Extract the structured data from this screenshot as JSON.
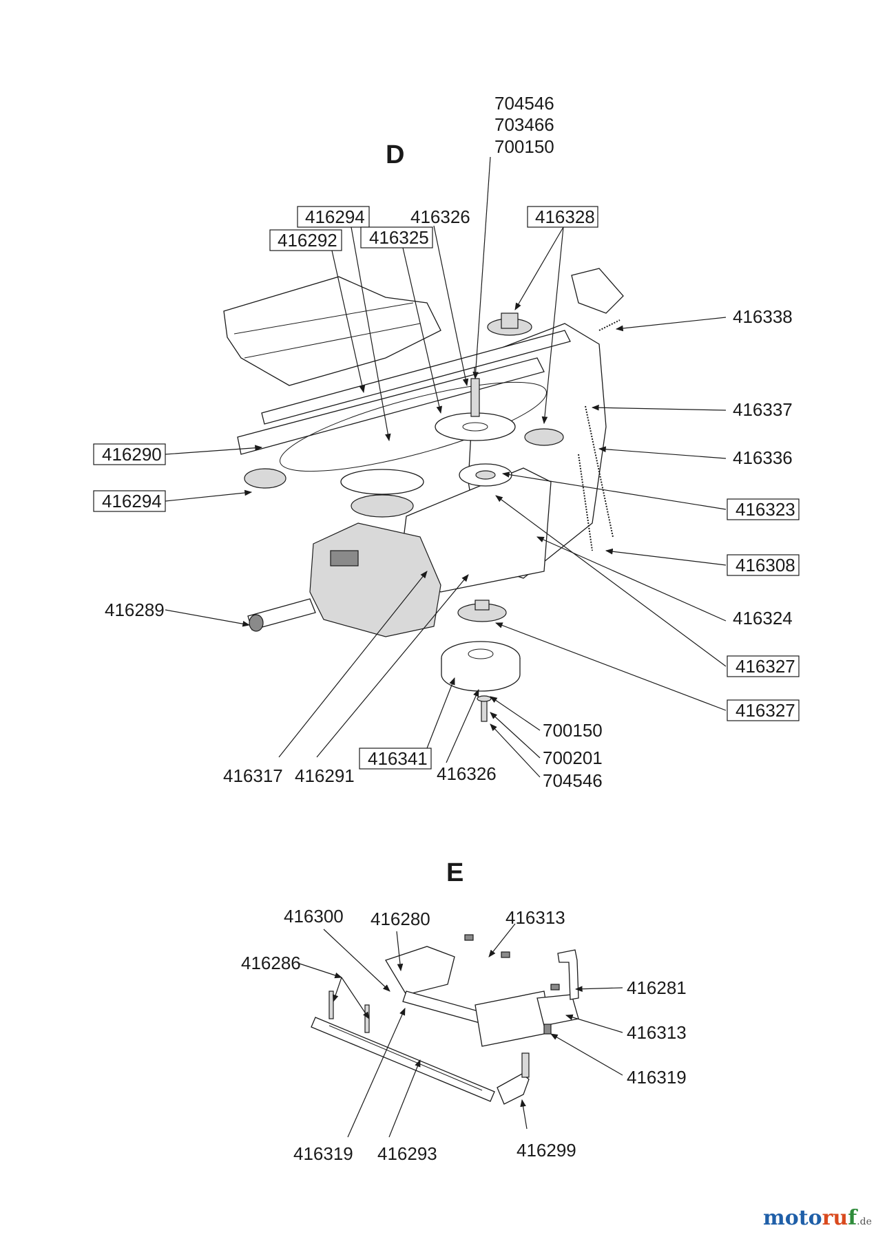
{
  "sections": {
    "D": {
      "title": "D",
      "labels": {
        "top1": "704546",
        "top2": "703466",
        "top3": "700150",
        "l416294a": "416294",
        "l416292": "416292",
        "l416325": "416325",
        "l416326a": "416326",
        "l416328": "416328",
        "l416338": "416338",
        "l416337": "416337",
        "l416336": "416336",
        "l416323": "416323",
        "l416308": "416308",
        "l416324": "416324",
        "l416327a": "416327",
        "l416327b": "416327",
        "l416290": "416290",
        "l416294b": "416294",
        "l416289": "416289",
        "l700150": "700150",
        "l700201": "700201",
        "l704546": "704546",
        "l416341": "416341",
        "l416326b": "416326",
        "l416317": "416317",
        "l416291": "416291"
      }
    },
    "E": {
      "title": "E",
      "labels": {
        "l416300": "416300",
        "l416280": "416280",
        "l416313a": "416313",
        "l416286": "416286",
        "l416281": "416281",
        "l416313b": "416313",
        "l416319a": "416319",
        "l416319b": "416319",
        "l416293": "416293",
        "l416299": "416299"
      }
    }
  },
  "brand": {
    "part1": "moto",
    "part2": "ru",
    "part3": "f",
    "tld": ".de"
  }
}
